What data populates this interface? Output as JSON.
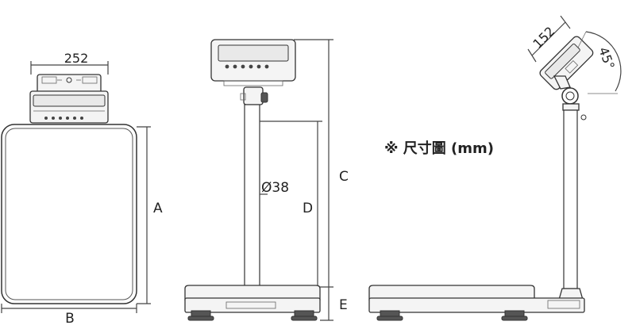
{
  "title": "※ 尺寸圖 (mm)",
  "labels": {
    "width_top": "252",
    "A": "A",
    "B": "B",
    "C": "C",
    "D": "D",
    "E": "E",
    "pole_diameter": "Ø38",
    "indicator_depth": "152",
    "tilt_angle": "45°"
  },
  "indicator_keys": 6
}
